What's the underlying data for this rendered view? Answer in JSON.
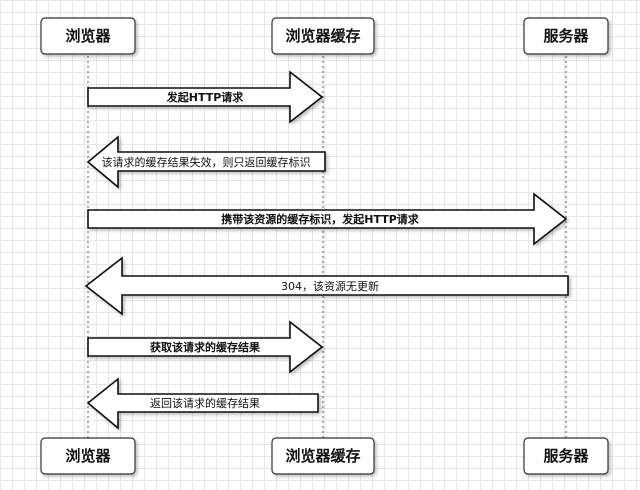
{
  "participants": {
    "browser": "浏览器",
    "cache": "浏览器缓存",
    "server": "服务器"
  },
  "messages": [
    {
      "label": "发起HTTP请求",
      "from": "browser",
      "to": "cache"
    },
    {
      "label": "该请求的缓存结果失效，则只返回缓存标识",
      "from": "cache",
      "to": "browser"
    },
    {
      "label": "携带该资源的缓存标识，发起HTTP请求",
      "from": "browser",
      "to": "server"
    },
    {
      "label": "304，该资源无更新",
      "from": "server",
      "to": "browser"
    },
    {
      "label": "获取该请求的缓存结果",
      "from": "browser",
      "to": "cache"
    },
    {
      "label": "返回该请求的缓存结果",
      "from": "cache",
      "to": "browser"
    }
  ]
}
